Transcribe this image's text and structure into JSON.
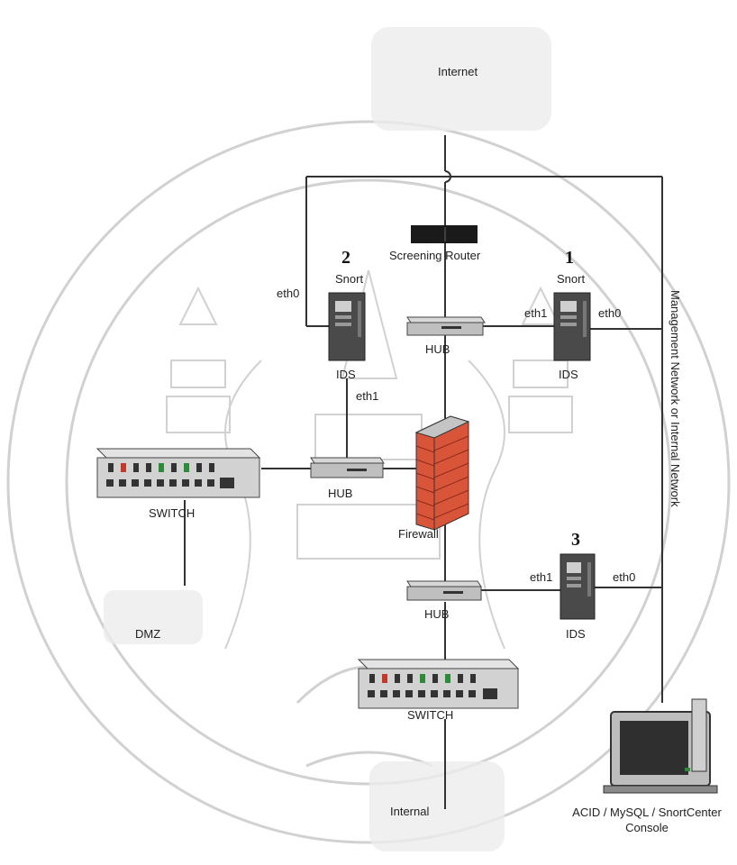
{
  "diagram": {
    "internet_label": "Internet",
    "router_label": "Screening Router",
    "firewall_label": "Firewall",
    "dmz_label": "DMZ",
    "internal_label": "Internal",
    "management_label": "Management Network or Internal Network",
    "console_label_line1": "ACID / MySQL / SnortCenter",
    "console_label_line2": "Console",
    "hub_label": "HUB",
    "switch_label": "SWITCH",
    "snort_label": "Snort",
    "ids_label": "IDS",
    "eth0_label": "eth0",
    "eth1_label": "eth1",
    "sensor_1": "1",
    "sensor_2": "2",
    "sensor_3": "3"
  },
  "colors": {
    "line": "#333333",
    "firewall_brick": "#d9553a",
    "router": "#1a1a1a",
    "watermark": "#9a9a9a"
  }
}
